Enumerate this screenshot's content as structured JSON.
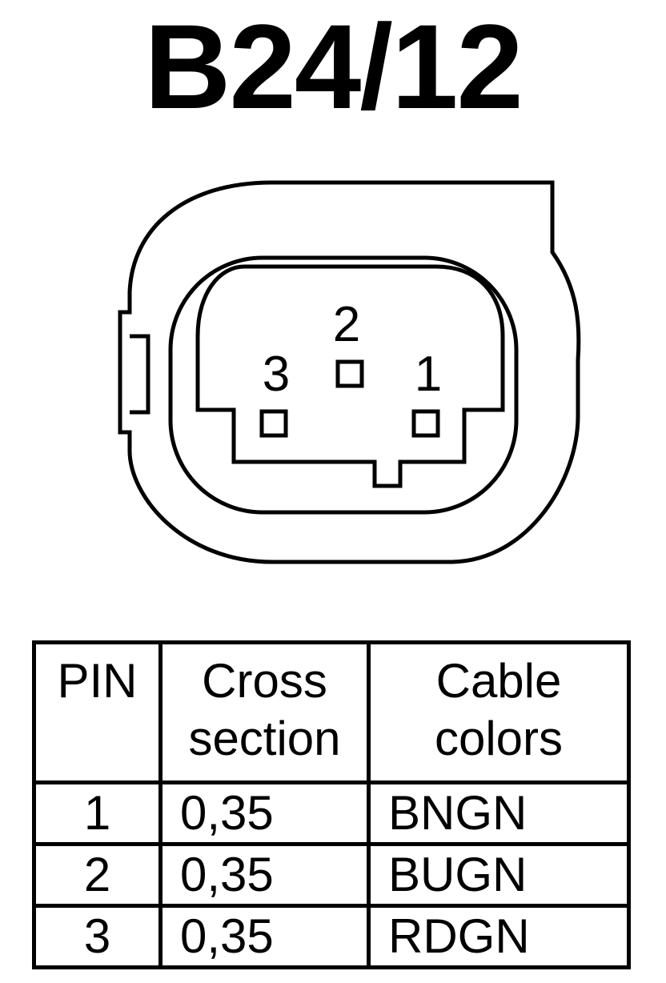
{
  "title": "B24/12",
  "connector": {
    "pins": [
      {
        "number": "1"
      },
      {
        "number": "2"
      },
      {
        "number": "3"
      }
    ],
    "line_color": "#000000",
    "background": "#ffffff"
  },
  "table": {
    "headers": {
      "pin": "PIN",
      "cross_section": [
        "Cross",
        "section"
      ],
      "cable_colors": [
        "Cable",
        "colors"
      ]
    },
    "rows": [
      {
        "pin": "1",
        "cross_section": "0,35",
        "cable_color": "BNGN"
      },
      {
        "pin": "2",
        "cross_section": "0,35",
        "cable_color": "BUGN"
      },
      {
        "pin": "3",
        "cross_section": "0,35",
        "cable_color": "RDGN"
      }
    ]
  }
}
